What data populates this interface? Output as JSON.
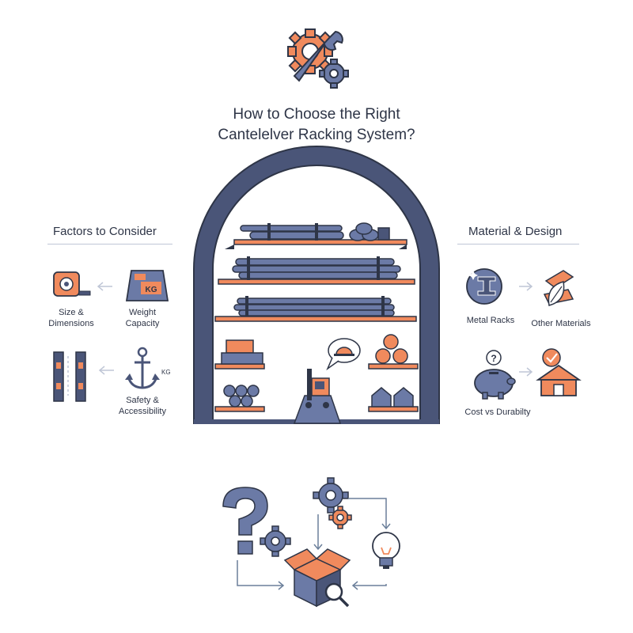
{
  "title": {
    "line1": "How to Choose the Right",
    "line2": "Cantelelver Racking System?"
  },
  "left_section": {
    "heading": "Factors to Consider",
    "items": [
      {
        "label_line1": "Size &",
        "label_line2": "Dimensions",
        "icon": "tape-measure-icon"
      },
      {
        "label_line1": "Weight",
        "label_line2": "Capacity",
        "icon": "weight-icon",
        "badge": "KG"
      },
      {
        "label_line1": "",
        "label_line2": "",
        "icon": "rack-post-icon"
      },
      {
        "label_line1": "Safety &",
        "label_line2": "Accessibility",
        "icon": "anchor-icon",
        "badge": "KG"
      }
    ]
  },
  "right_section": {
    "heading": "Material & Design",
    "items": [
      {
        "label": "Metal Racks",
        "icon": "metal-beam-icon"
      },
      {
        "label": "Other Materials",
        "icon": "leaf-materials-icon"
      },
      {
        "label": "Cost vs Durabilty",
        "icon": "piggy-bank-icon"
      },
      {
        "label": "",
        "icon": "warehouse-check-icon"
      }
    ]
  },
  "colors": {
    "navy": "#4a5578",
    "slate": "#6b7aa6",
    "orange": "#f08a5d",
    "outline": "#2e3547"
  }
}
